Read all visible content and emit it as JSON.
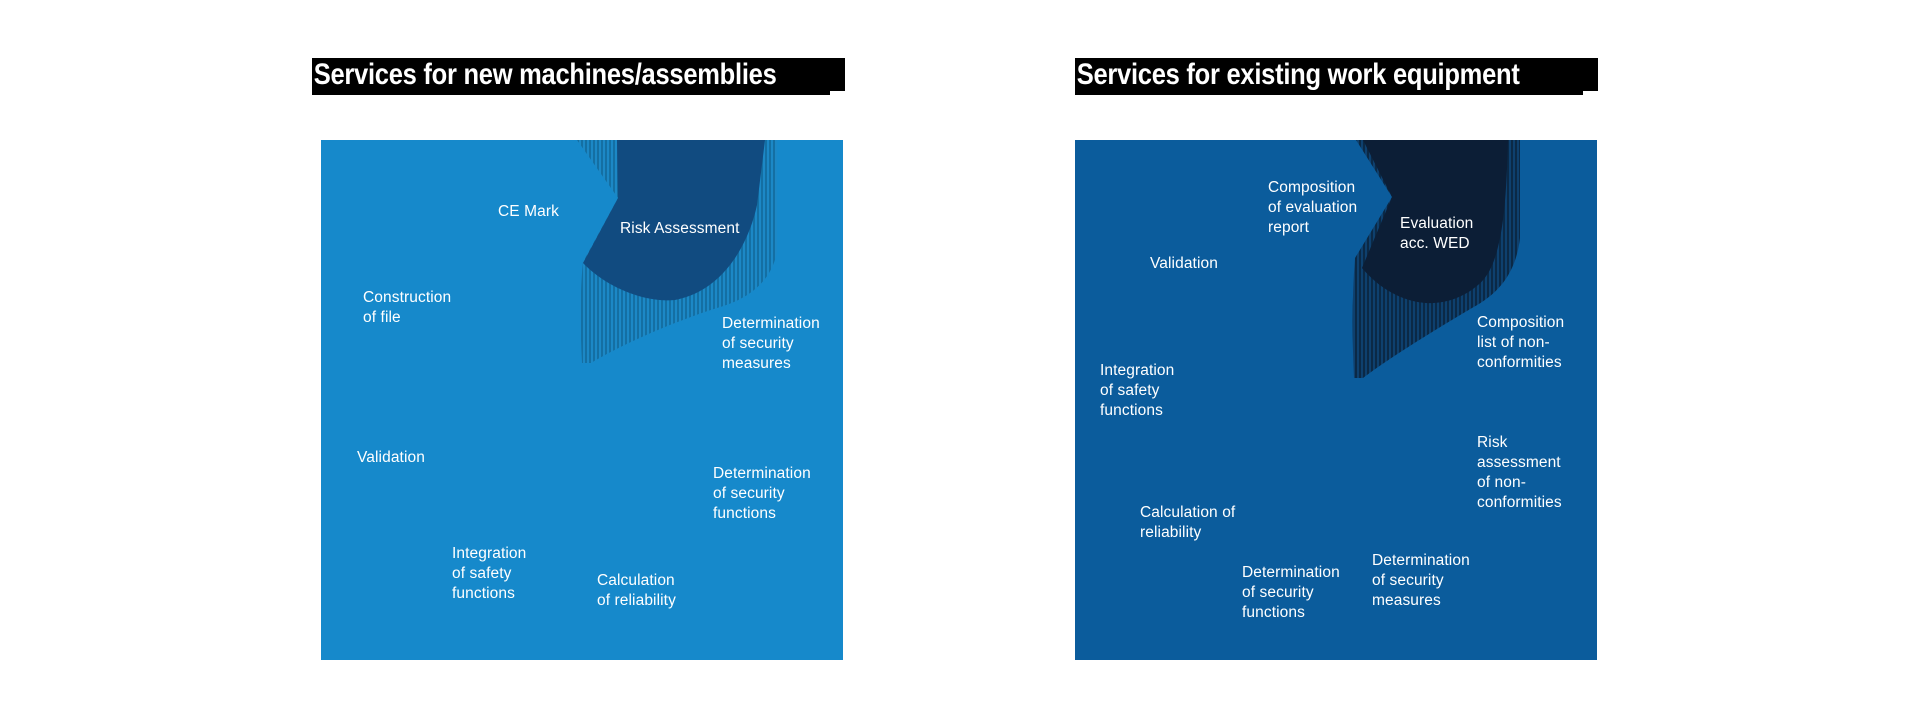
{
  "page": {
    "background": "#ffffff"
  },
  "panels": [
    {
      "title": "Services for new machines/assemblies",
      "colors": {
        "background": "#1689cb",
        "wedge": "#114b80",
        "stripe_dark": "#146fa3",
        "stripe_light": "#1c88c6",
        "title_bg": "#000000",
        "text": "#ffffff"
      },
      "items": [
        {
          "name": "risk-assessment",
          "lines": [
            "Risk Assessment"
          ]
        },
        {
          "name": "ce-mark",
          "lines": [
            "CE Mark"
          ]
        },
        {
          "name": "construction-of-file",
          "lines": [
            "Construction",
            "of file"
          ]
        },
        {
          "name": "validation",
          "lines": [
            "Validation"
          ]
        },
        {
          "name": "determination-of-security-measures",
          "lines": [
            "Determination",
            "of security",
            "measures"
          ]
        },
        {
          "name": "determination-of-security-functions",
          "lines": [
            "Determination",
            "of security",
            "functions"
          ]
        },
        {
          "name": "calculation-of-reliability",
          "lines": [
            "Calculation",
            "of reliability"
          ]
        },
        {
          "name": "integration-of-safety-functions",
          "lines": [
            "Integration",
            "of safety",
            "functions"
          ]
        }
      ]
    },
    {
      "title": "Services for existing work equipment",
      "colors": {
        "background": "#0b5c9c",
        "wedge": "#0c1e36",
        "stripe_dark": "#0b2946",
        "stripe_light": "#0e406e",
        "title_bg": "#000000",
        "text": "#ffffff"
      },
      "items": [
        {
          "name": "evaluation-acc-wed",
          "lines": [
            "Evaluation",
            "acc. WED"
          ]
        },
        {
          "name": "composition-of-evaluation-report",
          "lines": [
            "Composition",
            "of evaluation",
            "report"
          ]
        },
        {
          "name": "validation",
          "lines": [
            "Validation"
          ]
        },
        {
          "name": "composition-list-of-non-conformities",
          "lines": [
            "Composition",
            "list of non-",
            "conformities"
          ]
        },
        {
          "name": "integration-of-safety-functions",
          "lines": [
            "Integration",
            "of safety",
            "functions"
          ]
        },
        {
          "name": "risk-assessment-of-non-conformities",
          "lines": [
            "Risk",
            "assessment",
            "of non-",
            "conformities"
          ]
        },
        {
          "name": "calculation-of-reliability",
          "lines": [
            "Calculation of",
            "reliability"
          ]
        },
        {
          "name": "determination-of-security-functions",
          "lines": [
            "Determination",
            "of security",
            "functions"
          ]
        },
        {
          "name": "determination-of-security-measures",
          "lines": [
            "Determination",
            "of security",
            "measures"
          ]
        }
      ]
    }
  ]
}
